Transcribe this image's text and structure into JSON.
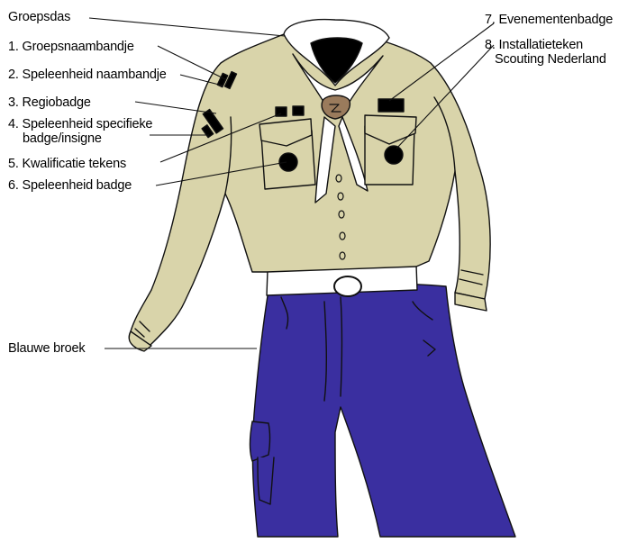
{
  "labels": {
    "groepsdas": "Groepsdas",
    "l1": "1. Groepsnaambandje",
    "l2": "2. Speleenheid naambandje",
    "l3": "3. Regiobadge",
    "l4a": "4. Speleenheid specifieke",
    "l4b": "badge/insigne",
    "l5": "5. Kwalificatie tekens",
    "l6": "6. Speleenheid badge",
    "l7": "7. Evenementenbadge",
    "l8a": "8. Installatieteken",
    "l8b": "Scouting Nederland",
    "broek": "Blauwe broek"
  },
  "colors": {
    "shirt": "#d9d4aa",
    "trousers": "#3a2fa0",
    "outline": "#111111",
    "scarf": "#ffffff",
    "woggle": "#9a7b5c",
    "badge": "#000000"
  }
}
